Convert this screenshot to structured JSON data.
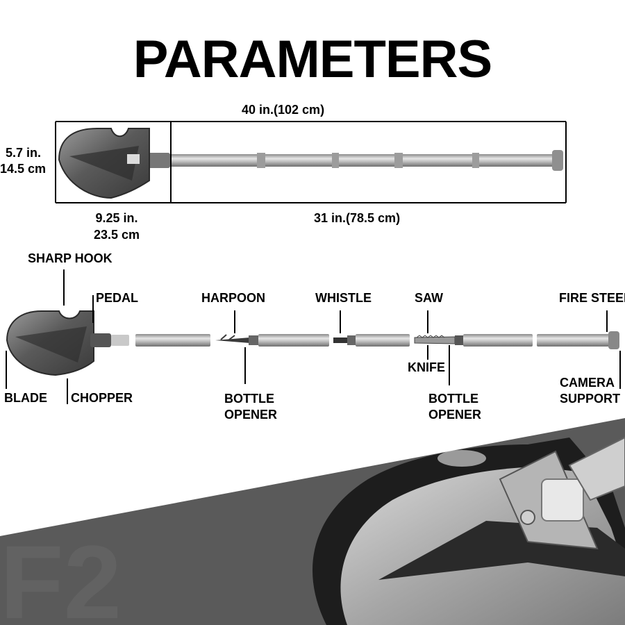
{
  "title": "PARAMETERS",
  "dimensions": {
    "total_length": "40 in.(102 cm)",
    "head_width_in": "5.7 in.",
    "head_width_cm": "14.5 cm",
    "head_length_in": "9.25 in.",
    "head_length_cm": "23.5 cm",
    "handle_length": "31 in.(78.5 cm)"
  },
  "parts": {
    "sharp_hook": "SHARP HOOK",
    "pedal": "PEDAL",
    "harpoon": "HARPOON",
    "whistle": "WHISTLE",
    "saw": "SAW",
    "fire_steel": "FIRE STEEL",
    "blade": "BLADE",
    "chopper": "CHOPPER",
    "bottle_opener_1_line1": "BOTTLE",
    "bottle_opener_1_line2": "OPENER",
    "knife": "KNIFE",
    "bottle_opener_2_line1": "BOTTLE",
    "bottle_opener_2_line2": "OPENER",
    "camera_support_line1": "CAMERA",
    "camera_support_line2": "SUPPORT"
  },
  "watermark": "F2",
  "colors": {
    "metal_dark": "#4a4a4a",
    "metal_light": "#c8c8c8",
    "banner": "#5a5a5a"
  }
}
